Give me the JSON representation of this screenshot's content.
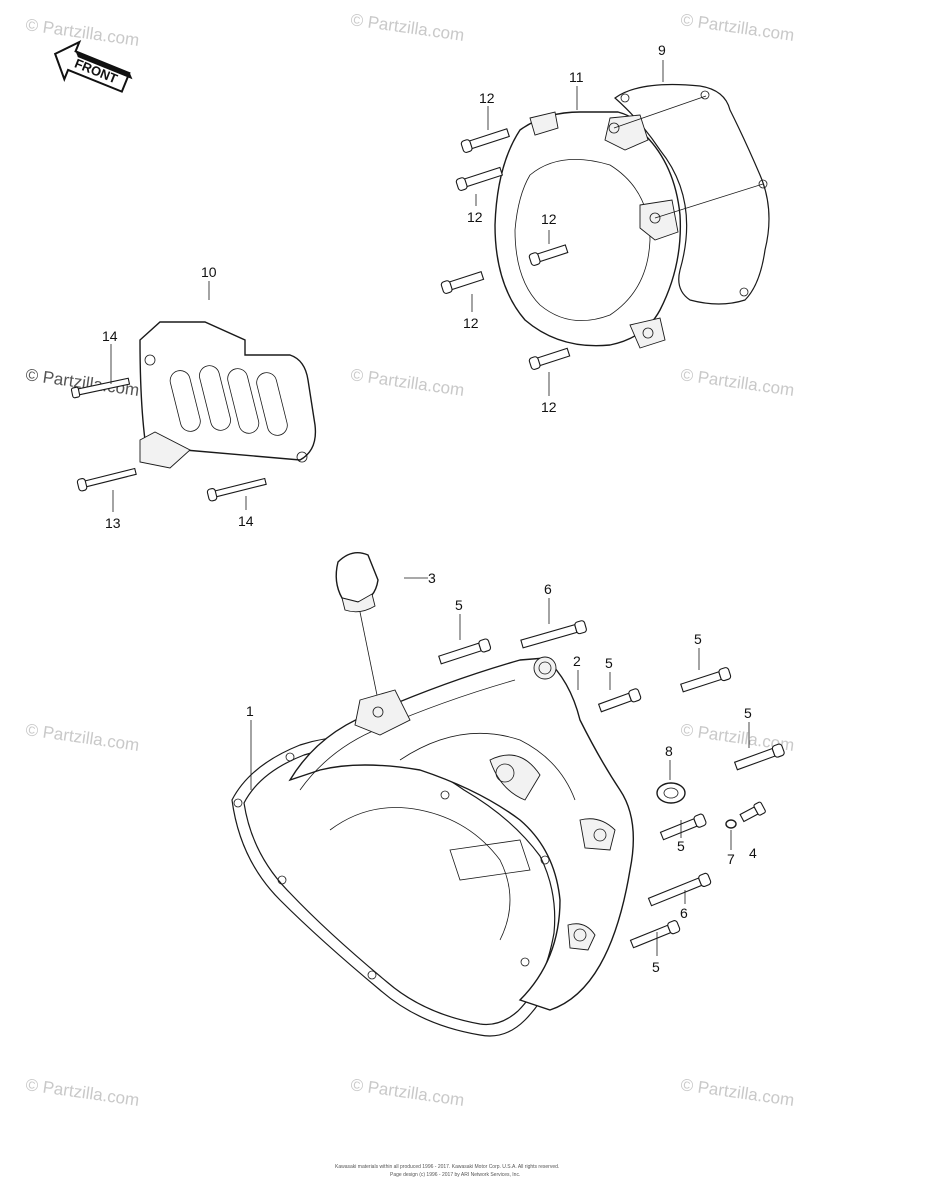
{
  "watermark": {
    "text": "© Partzilla.com",
    "color": "#c9c9c9"
  },
  "front_arrow": {
    "label": "FRONT"
  },
  "callouts": [
    "1",
    "2",
    "3",
    "4",
    "5",
    "6",
    "7",
    "8",
    "9",
    "10",
    "11",
    "12",
    "13",
    "14"
  ],
  "footer": {
    "line1": "Kawasaki materials within all produced 1996 - 2017. Kawasaki Motor Corp. U.S.A. All rights reserved.",
    "line2": "Page design (c) 1996 - 2017 by ARI Network Services, Inc."
  }
}
